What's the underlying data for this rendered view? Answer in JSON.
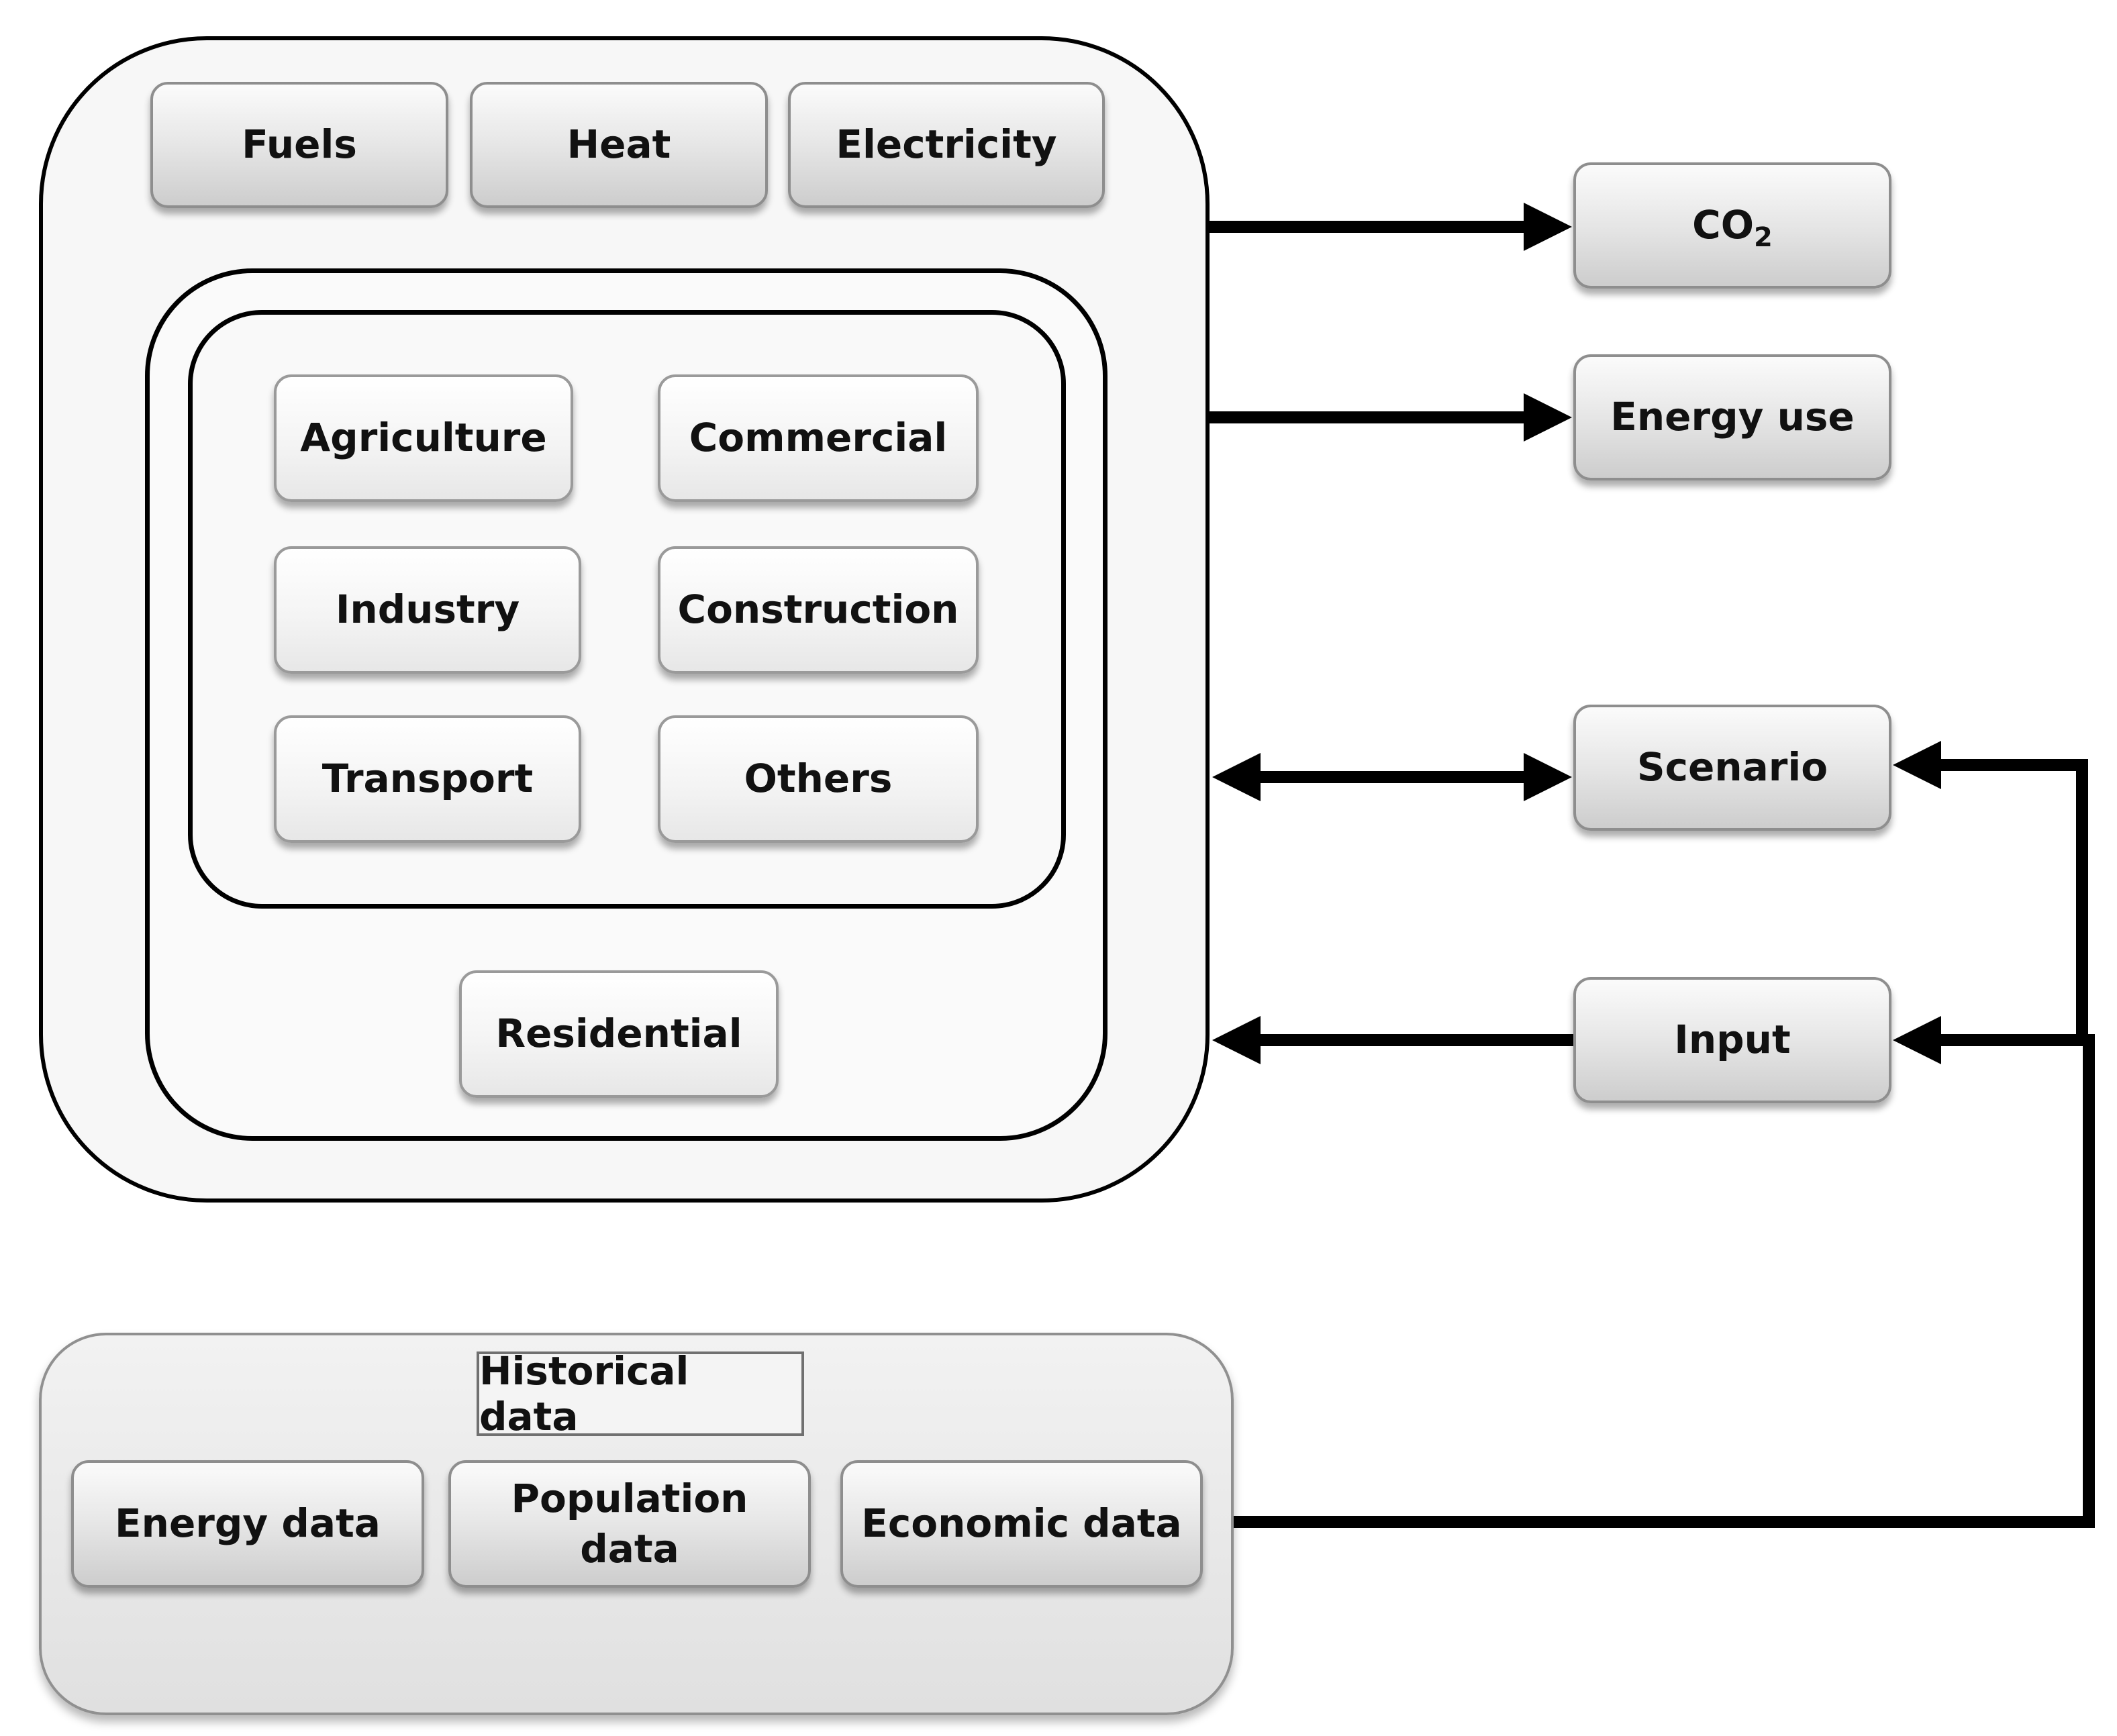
{
  "energy_sources": {
    "fuels": "Fuels",
    "heat": "Heat",
    "electricity": "Electricity"
  },
  "sectors": {
    "agriculture": "Agriculture",
    "commercial": "Commercial",
    "industry": "Industry",
    "construction": "Construction",
    "transport": "Transport",
    "others": "Others",
    "residential": "Residential"
  },
  "outputs": {
    "co2_main": "CO",
    "co2_sub": "2",
    "energy_use": "Energy use"
  },
  "controls": {
    "scenario": "Scenario",
    "input": "Input"
  },
  "historical": {
    "title": "Historical data",
    "energy_data": "Energy data",
    "population_data": "Population data",
    "economic_data": "Economic data"
  }
}
